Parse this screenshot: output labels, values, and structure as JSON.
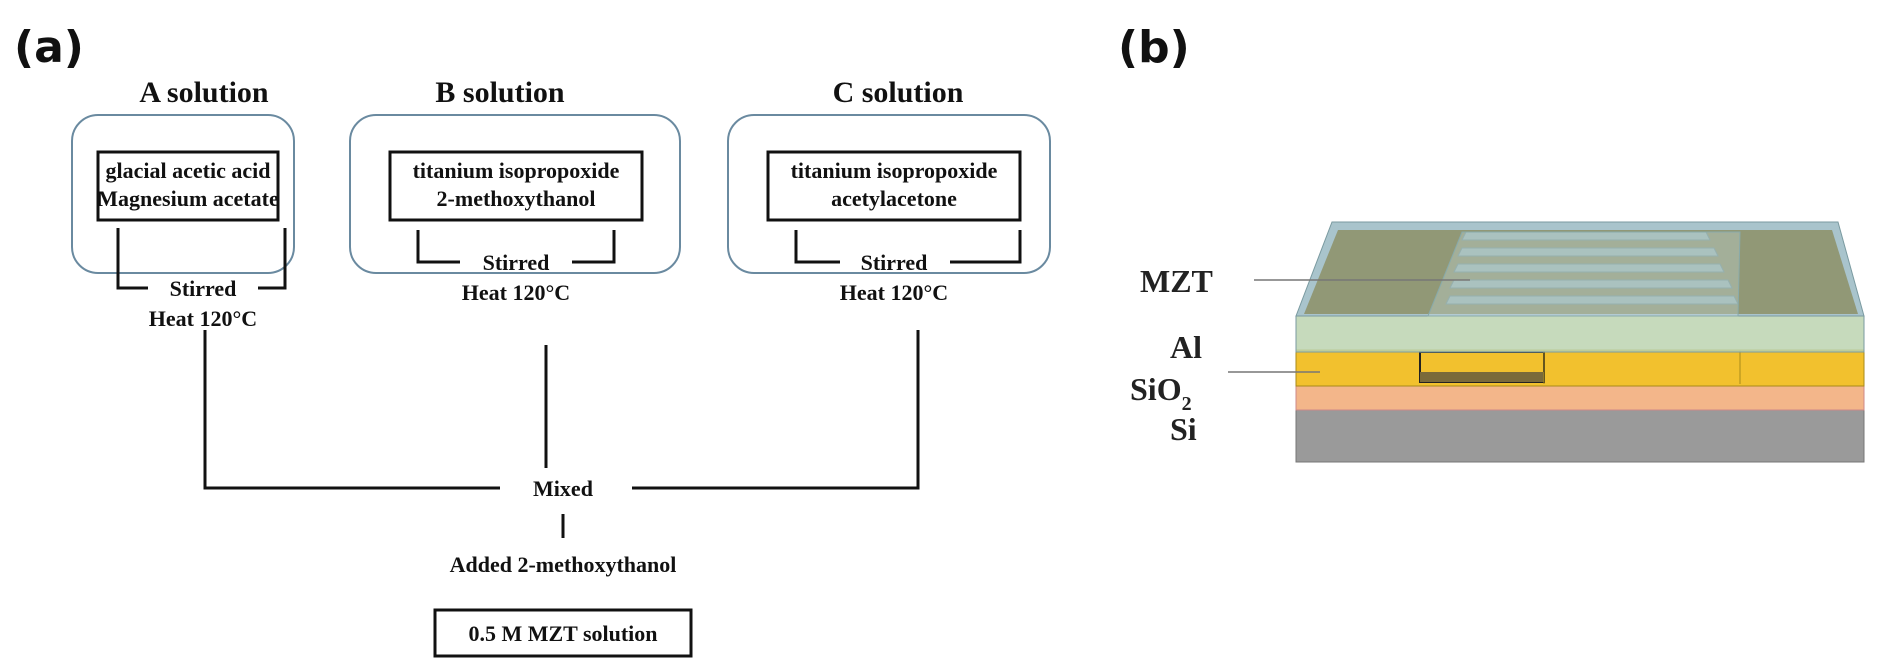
{
  "panel_a": {
    "label": "(a)",
    "solutions": [
      {
        "title": "A solution",
        "line1": "glacial acetic acid",
        "line2": "Magnesium acetate",
        "step1": "Stirred",
        "step2": "Heat 120°C"
      },
      {
        "title": "B solution",
        "line1": "titanium isopropoxide",
        "line2": "2-methoxythanol",
        "step1": "Stirred",
        "step2": "Heat 120°C"
      },
      {
        "title": "C solution",
        "line1": "titanium isopropoxide",
        "line2": "acetylacetone",
        "step1": "Stirred",
        "step2": "Heat 120°C"
      }
    ],
    "mixed": "Mixed",
    "added": "Added 2-methoxythanol",
    "final": "0.5 M MZT solution"
  },
  "panel_b": {
    "label": "(b)",
    "layers": {
      "mzt": "MZT",
      "al": "Al",
      "sio2_base": "SiO",
      "sio2_sub": "2",
      "si": "Si"
    },
    "colors": {
      "mzt_top": "#a9c4cc",
      "mzt_front": "#bcd3b0",
      "al": "#f2c12e",
      "sio2": "#f3b68a",
      "si": "#9a9a9a",
      "electrode": "#7a6a3a"
    }
  }
}
